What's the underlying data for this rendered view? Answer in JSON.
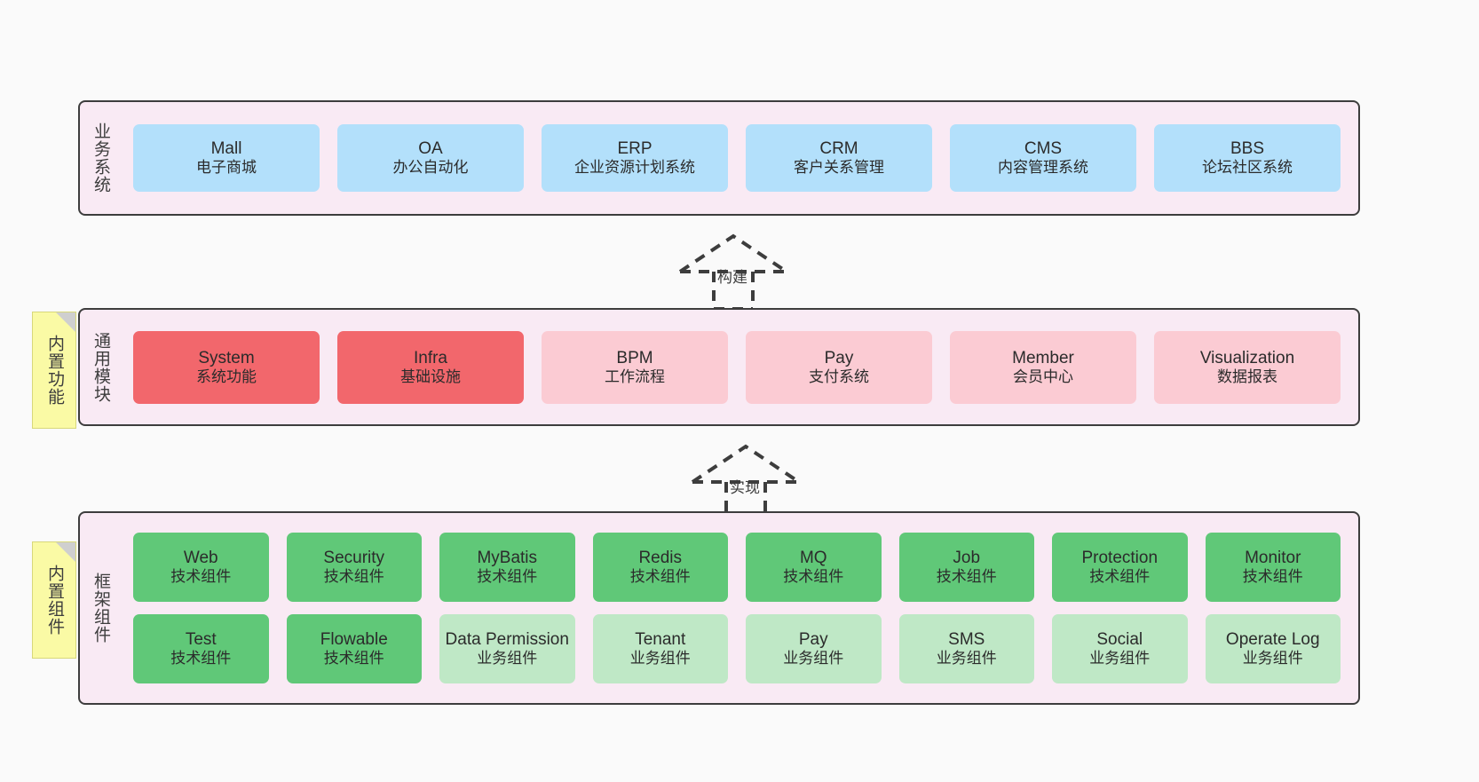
{
  "diagram": {
    "layers": [
      {
        "id": "business",
        "title": "业务系统",
        "nodes": [
          {
            "title": "Mall",
            "sub": "电子商城",
            "color": "c-blue"
          },
          {
            "title": "OA",
            "sub": "办公自动化",
            "color": "c-blue"
          },
          {
            "title": "ERP",
            "sub": "企业资源计划系统",
            "color": "c-blue"
          },
          {
            "title": "CRM",
            "sub": "客户关系管理",
            "color": "c-blue"
          },
          {
            "title": "CMS",
            "sub": "内容管理系统",
            "color": "c-blue"
          },
          {
            "title": "BBS",
            "sub": "论坛社区系统",
            "color": "c-blue"
          }
        ]
      },
      {
        "id": "modules",
        "title": "通用模块",
        "note": "内置功能",
        "nodes": [
          {
            "title": "System",
            "sub": "系统功能",
            "color": "c-red"
          },
          {
            "title": "Infra",
            "sub": "基础设施",
            "color": "c-red"
          },
          {
            "title": "BPM",
            "sub": "工作流程",
            "color": "c-pink"
          },
          {
            "title": "Pay",
            "sub": "支付系统",
            "color": "c-pink"
          },
          {
            "title": "Member",
            "sub": "会员中心",
            "color": "c-pink"
          },
          {
            "title": "Visualization",
            "sub": "数据报表",
            "color": "c-pink"
          }
        ]
      },
      {
        "id": "framework",
        "title": "框架组件",
        "note": "内置组件",
        "rows": [
          [
            {
              "title": "Web",
              "sub": "技术组件",
              "color": "c-green"
            },
            {
              "title": "Security",
              "sub": "技术组件",
              "color": "c-green"
            },
            {
              "title": "MyBatis",
              "sub": "技术组件",
              "color": "c-green"
            },
            {
              "title": "Redis",
              "sub": "技术组件",
              "color": "c-green"
            },
            {
              "title": "MQ",
              "sub": "技术组件",
              "color": "c-green"
            },
            {
              "title": "Job",
              "sub": "技术组件",
              "color": "c-green"
            },
            {
              "title": "Protection",
              "sub": "技术组件",
              "color": "c-green"
            },
            {
              "title": "Monitor",
              "sub": "技术组件",
              "color": "c-green"
            }
          ],
          [
            {
              "title": "Test",
              "sub": "技术组件",
              "color": "c-green"
            },
            {
              "title": "Flowable",
              "sub": "技术组件",
              "color": "c-green"
            },
            {
              "title": "Data Permission",
              "sub": "业务组件",
              "color": "c-greenlight"
            },
            {
              "title": "Tenant",
              "sub": "业务组件",
              "color": "c-greenlight"
            },
            {
              "title": "Pay",
              "sub": "业务组件",
              "color": "c-greenlight"
            },
            {
              "title": "SMS",
              "sub": "业务组件",
              "color": "c-greenlight"
            },
            {
              "title": "Social",
              "sub": "业务组件",
              "color": "c-greenlight"
            },
            {
              "title": "Operate Log",
              "sub": "业务组件",
              "color": "c-greenlight"
            }
          ]
        ]
      }
    ],
    "connectors": [
      {
        "id": "build",
        "label": "构建"
      },
      {
        "id": "implement",
        "label": "实现"
      }
    ],
    "colors": {
      "band_fill": "#f9eaf4",
      "band_stroke": "#3d3d3d",
      "blue": "#b3e0fb",
      "red": "#f2676c",
      "pink": "#fbcbd3",
      "green": "#60c878",
      "green_light": "#bfe8c6",
      "note_fill": "#fafaa5",
      "note_fold": "#cfcfcf",
      "canvas": "#fafafa"
    }
  }
}
